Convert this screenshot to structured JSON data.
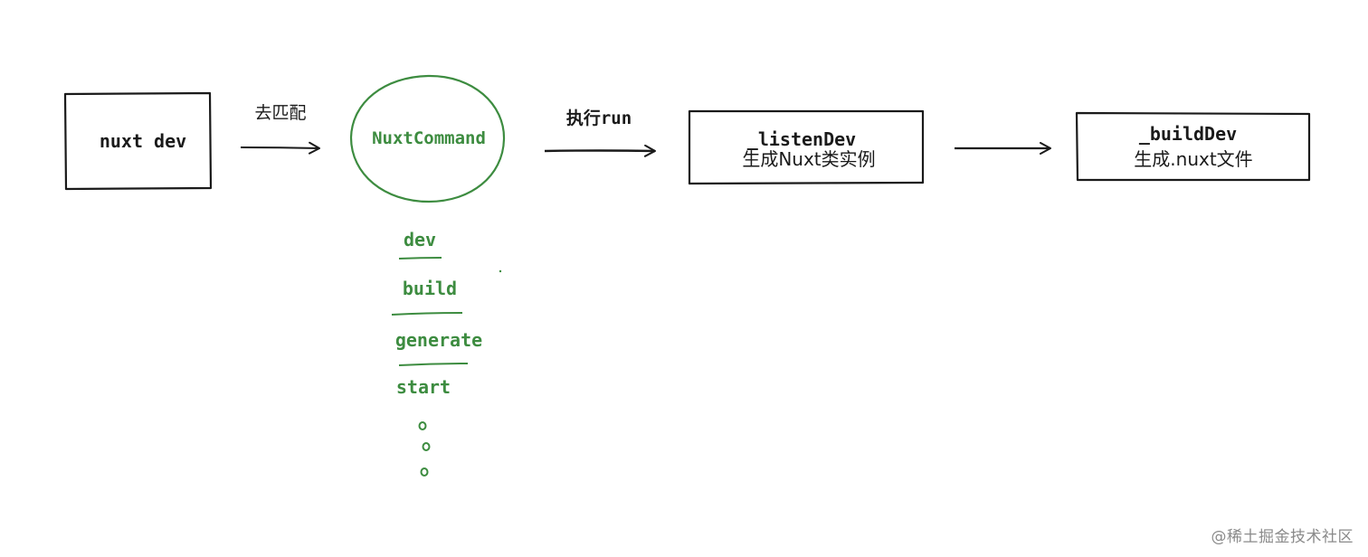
{
  "nodes": {
    "nuxt_dev": {
      "label": "nuxt dev"
    },
    "nuxt_command": {
      "label": "NuxtCommand"
    },
    "listen_dev": {
      "line1": "_listenDev",
      "line2": "生成Nuxt类实例"
    },
    "build_dev": {
      "line1": "_buildDev",
      "line2": "生成.nuxt文件"
    }
  },
  "edges": {
    "match": {
      "label": "去匹配"
    },
    "run": {
      "label": "执行run"
    }
  },
  "commands": {
    "items": [
      "dev",
      "build",
      "generate",
      "start"
    ]
  },
  "watermark": "@稀土掘金技术社区",
  "colors": {
    "green": "#3d8c40",
    "ink": "#1a1a1a"
  }
}
